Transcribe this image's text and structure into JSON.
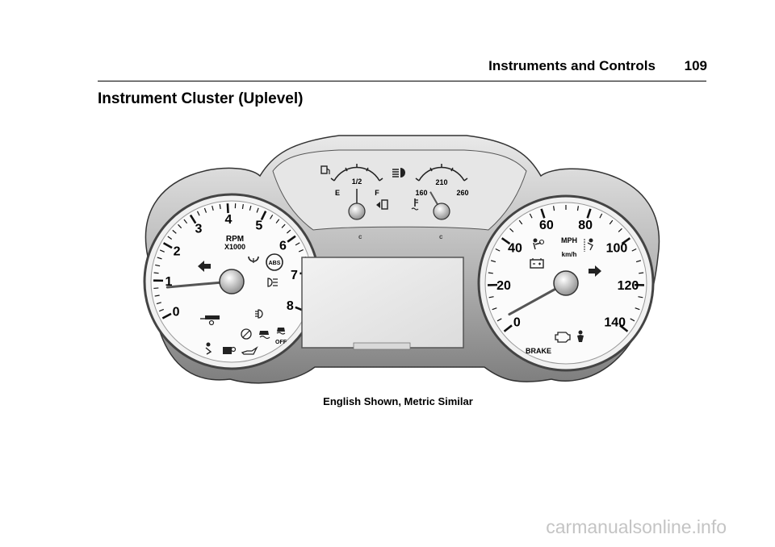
{
  "header": {
    "section": "Instruments and Controls",
    "page_number": "109"
  },
  "section_title": "Instrument Cluster (Uplevel)",
  "figure": {
    "caption": "English Shown, Metric Similar",
    "tachometer": {
      "labels": [
        "0",
        "1",
        "2",
        "3",
        "4",
        "5",
        "6",
        "7",
        "8"
      ],
      "unit_line1": "RPM",
      "unit_line2": "X1000",
      "needle_value": 0.8
    },
    "speedometer": {
      "labels": [
        "0",
        "20",
        "40",
        "60",
        "80",
        "100",
        "120",
        "140"
      ],
      "unit_mph": "MPH",
      "unit_kmh": "km/h",
      "needle_value": 5,
      "brake_label": "BRAKE"
    },
    "fuel_gauge": {
      "empty_label": "E",
      "half_label": "1/2",
      "full_label": "F",
      "needle_level": 0.5
    },
    "temp_gauge": {
      "low_label": "160",
      "mid_label": "210",
      "high_label": "260",
      "needle_value": 185
    },
    "indicators": {
      "abs_label": "ABS",
      "off_label": "OFF"
    }
  },
  "watermark": "carmanualsonline.info"
}
